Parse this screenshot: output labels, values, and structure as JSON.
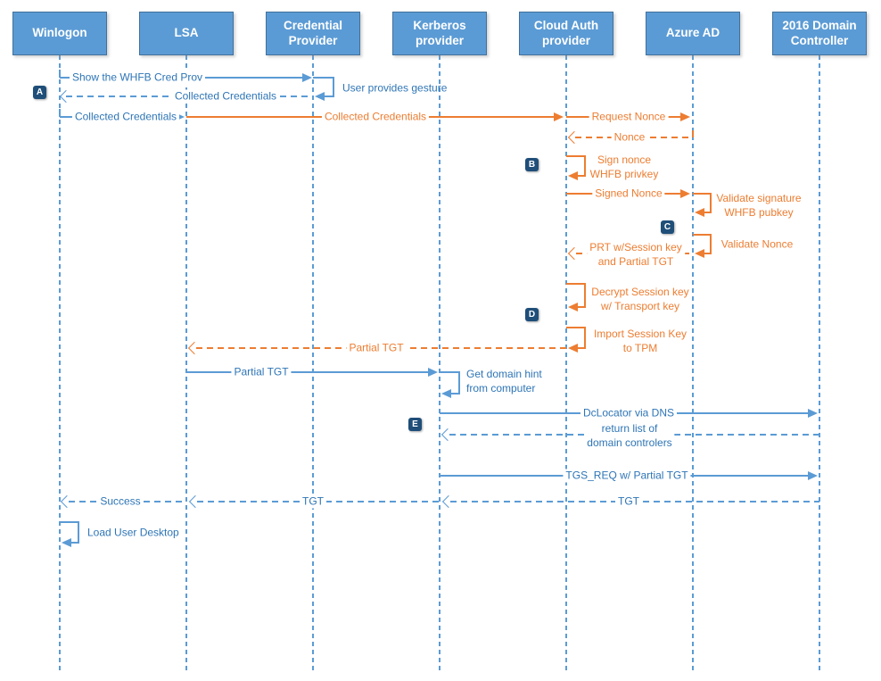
{
  "colors": {
    "line_blue": "#5B9BD5",
    "text_blue": "#2E75B6",
    "orange": "#ED7D31",
    "marker_navy": "#1F4E79",
    "actor_fill": "#5B9BD5",
    "actor_border": "#41719C"
  },
  "actors": [
    {
      "label": "Winlogon"
    },
    {
      "label": "LSA"
    },
    {
      "label": "Credential Provider"
    },
    {
      "label": "Kerberos provider"
    },
    {
      "label": "Cloud Auth provider"
    },
    {
      "label": "Azure AD"
    },
    {
      "label": "2016 Domain Controller"
    }
  ],
  "markers": [
    {
      "label": "A"
    },
    {
      "label": "B"
    },
    {
      "label": "C"
    },
    {
      "label": "D"
    },
    {
      "label": "E"
    }
  ],
  "messages": {
    "show_whfb": {
      "label": "Show the WHFB Cred Prov"
    },
    "user_gesture": {
      "label": "User provides gesture"
    },
    "collected_creds_return": {
      "label": "Collected Credentials"
    },
    "collected_creds_lsa": {
      "label": "Collected Credentials"
    },
    "collected_creds_cloud": {
      "label": "Collected Credentials"
    },
    "request_nonce": {
      "label": "Request Nonce"
    },
    "nonce": {
      "label": "Nonce"
    },
    "sign_nonce": {
      "lines": [
        "Sign nonce",
        "WHFB privkey"
      ]
    },
    "signed_nonce": {
      "label": "Signed Nonce"
    },
    "validate_signature": {
      "lines": [
        "Validate signature",
        "WHFB pubkey"
      ]
    },
    "validate_nonce": {
      "label": "Validate Nonce"
    },
    "prt": {
      "lines": [
        "PRT w/Session key",
        "and Partial TGT"
      ]
    },
    "decrypt_session_key": {
      "lines": [
        "Decrypt Session key",
        "w/ Transport key"
      ]
    },
    "import_session_key": {
      "lines": [
        "Import Session Key",
        "to TPM"
      ]
    },
    "partial_tgt_to_lsa": {
      "label": "Partial TGT"
    },
    "partial_tgt_to_kerberos": {
      "label": "Partial TGT"
    },
    "get_domain_hint": {
      "lines": [
        "Get domain hint",
        "from computer"
      ]
    },
    "dclocator": {
      "label": "DcLocator via DNS"
    },
    "return_dc_list": {
      "lines": [
        "return list of",
        "domain controlers"
      ]
    },
    "tgs_req": {
      "label": "TGS_REQ w/ Partial TGT"
    },
    "tgt_dc_to_kerberos": {
      "label": "TGT"
    },
    "tgt_kerberos_to_lsa": {
      "label": "TGT"
    },
    "success": {
      "label": "Success"
    },
    "load_user_desktop": {
      "label": "Load User Desktop"
    }
  }
}
